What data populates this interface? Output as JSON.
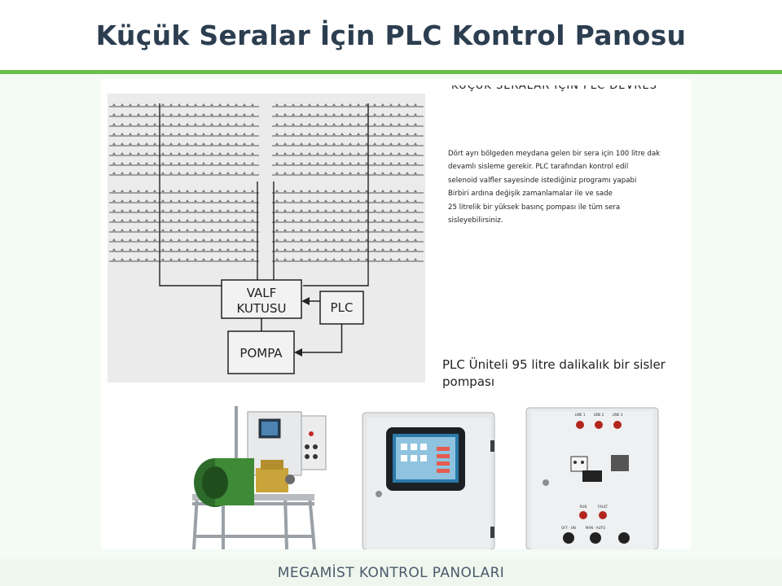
{
  "slide": {
    "title": "Küçük Seralar İçin PLC Kontrol Panosu",
    "footer": "MEGAMİST KONTROL PANOLARI"
  },
  "diagram": {
    "valve_box_line1": "VALF",
    "valve_box_line2": "KUTUSU",
    "plc_label": "PLC",
    "pump_label": "POMPA"
  },
  "document": {
    "heading": "KÜÇÜK SERALAR İÇİN PLC DEVRES",
    "paragraph_lines": [
      "Dört ayrı bölgeden meydana gelen bir sera için 100 litre dak",
      "devamlı sisleme gerekir. PLC tarafından kontrol edil",
      "selenoid valfler sayesinde istediğiniz programı yapabi",
      "Birbiri ardına değişik zamanlamalar ile ve sade",
      "25 litrelik bir yüksek basınç pompası ile tüm sera",
      "sisleyebilirsiniz."
    ],
    "caption_lines": [
      "PLC Üniteli 95 litre dalikalık bir sisler",
      "pompası"
    ]
  },
  "photo_labels": {
    "line1": "LINE 1",
    "line2": "LINE 2",
    "line3": "LINE 3",
    "run": "RUN",
    "fault": "FAULT",
    "off_on": "OFF · ON",
    "man_auto": "MAN · AUTO"
  },
  "colors": {
    "title": "#2c3e50",
    "accent": "#6abf4b",
    "footer_text": "#4a5a6a"
  }
}
